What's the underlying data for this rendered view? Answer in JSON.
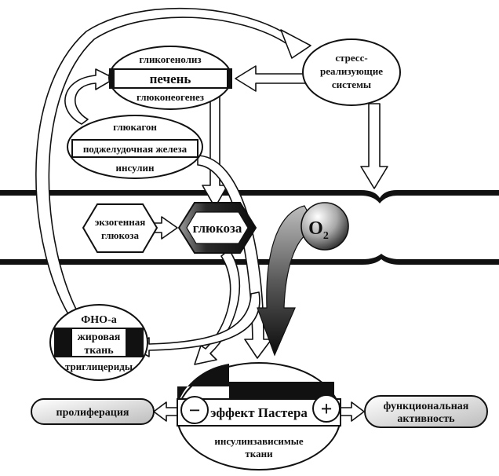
{
  "liver": {
    "top_label": "гликогенолиз",
    "name": "печень",
    "bottom_label": "глюконеогенез"
  },
  "stress": {
    "line1": "стресс-",
    "line2": "реализующие",
    "line3": "системы"
  },
  "pancreas": {
    "top_label": "глюкагон",
    "name": "поджелудочная железа",
    "bottom_label": "инсулин"
  },
  "exogenous": {
    "line1": "экзогенная",
    "line2": "глюкоза"
  },
  "glucose": {
    "label": "глюкоза"
  },
  "oxygen": {
    "label": "O",
    "subscript": "2"
  },
  "adipose": {
    "top_label": "ФНО-а",
    "name_line1": "жировая",
    "name_line2": "ткань",
    "bottom_label": "триглицериды"
  },
  "tissues": {
    "effect": "эффект Пастера",
    "line1": "инсулинзависимые",
    "line2": "ткани",
    "minus": "−",
    "plus": "+"
  },
  "proliferation": {
    "label": "пролиферация"
  },
  "activity": {
    "line1": "функциональная",
    "line2": "активность"
  }
}
